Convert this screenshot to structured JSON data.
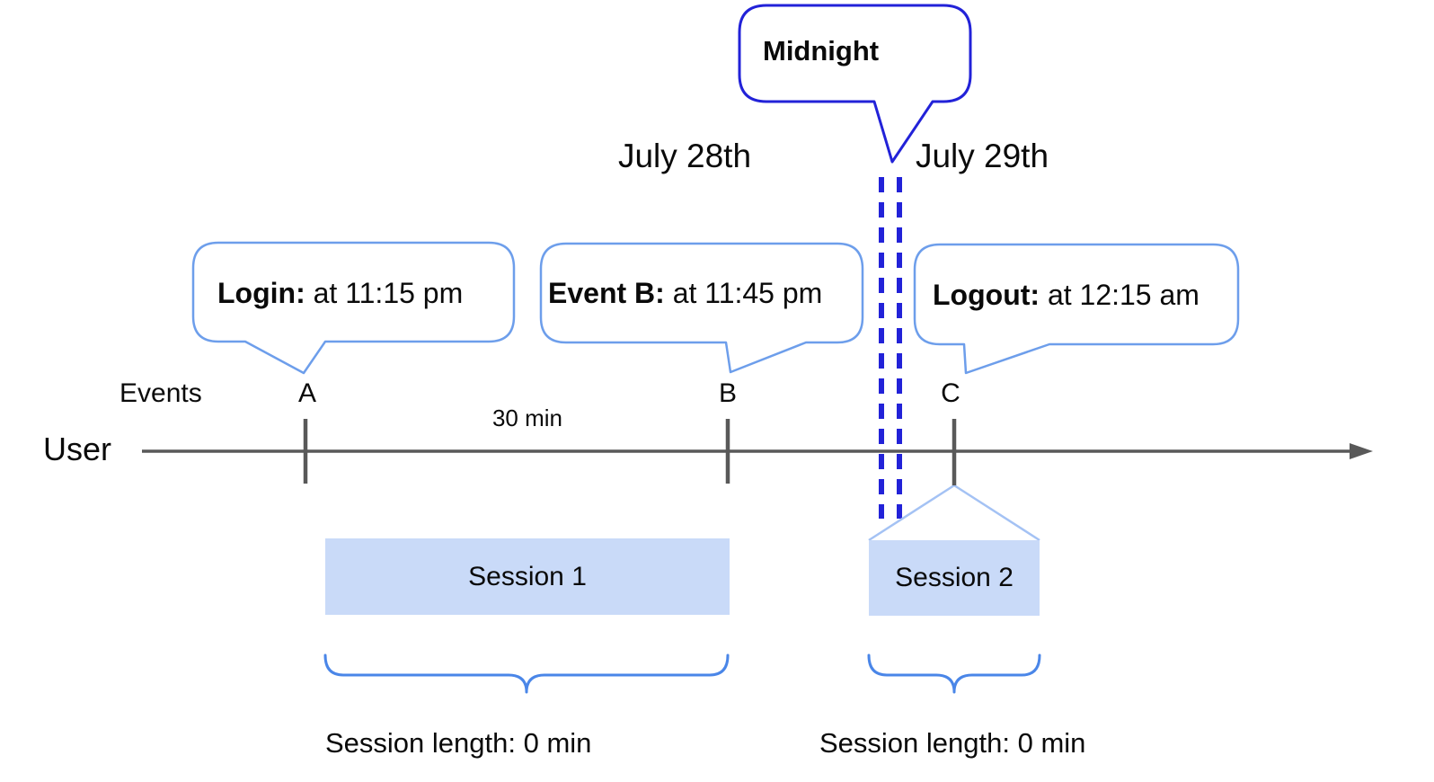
{
  "dates": {
    "left_label": "July 28th",
    "right_label": "July 29th"
  },
  "midnight_callout": {
    "text": "Midnight"
  },
  "event_callouts": [
    {
      "label": "Login:",
      "detail": " at 11:15 pm"
    },
    {
      "label": "Event B:",
      "detail": " at 11:45 pm"
    },
    {
      "label": "Logout:",
      "detail": " at 12:15 am"
    }
  ],
  "timeline": {
    "row_label": "User",
    "events_label": "Events",
    "markers": [
      "A",
      "B",
      "C"
    ],
    "interval_label": "30 min"
  },
  "sessions": [
    {
      "name": "Session 1",
      "length_label": "Session length: 0 min"
    },
    {
      "name": "Session 2",
      "length_label": "Session length: 0 min"
    }
  ],
  "colors": {
    "callout_border": "#6d9eeb",
    "midnight_blue": "#2222d8",
    "session_fill": "#c9daf8",
    "connector_light": "#a4c2f4",
    "brace_blue": "#4a86e8",
    "axis_gray": "#595959",
    "text_black": "#0a0a0a"
  }
}
